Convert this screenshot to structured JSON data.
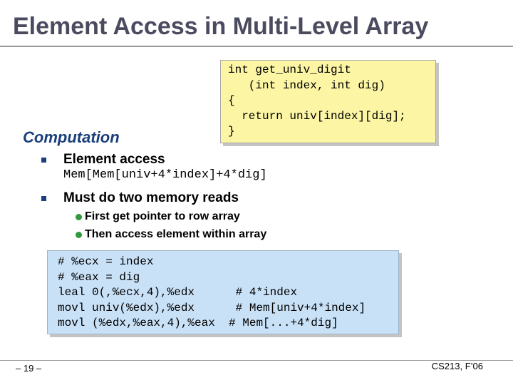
{
  "title": "Element Access in Multi-Level Array",
  "c_code": {
    "lines": [
      "int get_univ_digit",
      "   (int index, int dig)",
      "{",
      "  return univ[index][dig];",
      "}"
    ]
  },
  "computation_heading": "Computation",
  "bullets": [
    {
      "text": "Element access",
      "mono_text": "Mem[Mem[univ+4*index]+4*dig]"
    },
    {
      "text": "Must do two memory reads",
      "sub": [
        "First get pointer to row array",
        "Then access element within array"
      ]
    }
  ],
  "asm_code": {
    "lines": [
      "# %ecx = index",
      "# %eax = dig",
      "leal 0(,%ecx,4),%edx      # 4*index",
      "movl univ(%edx),%edx      # Mem[univ+4*index]",
      "movl (%edx,%eax,4),%eax  # Mem[...+4*dig]"
    ]
  },
  "footer": {
    "page": "– 19 –",
    "course": "CS213, F’06"
  },
  "colors": {
    "title": "#4b4b60",
    "heading": "#1a3f7a",
    "c_code_bg": "#fbf5a4",
    "asm_bg": "#c9e1f7",
    "sub_bullet": "#2f9a3c"
  }
}
